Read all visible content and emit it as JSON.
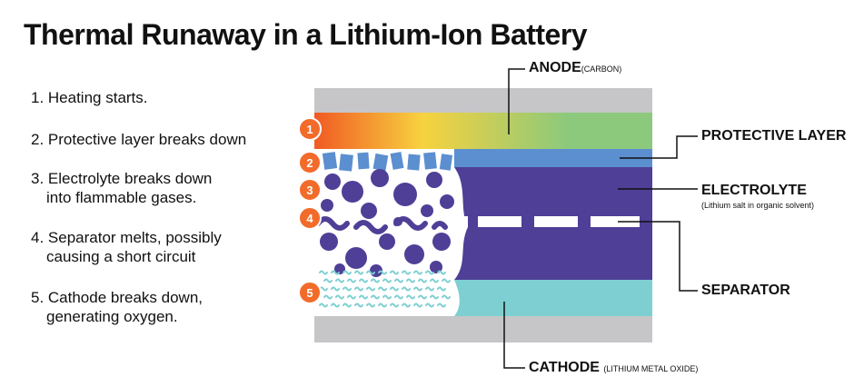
{
  "title": "Thermal Runaway in a Lithium-Ion Battery",
  "steps": [
    {
      "line1": "1. Heating starts.",
      "line2": ""
    },
    {
      "line1": "2. Protective layer breaks down",
      "line2": ""
    },
    {
      "line1": "3. Electrolyte breaks down",
      "line2": "into flammable gases."
    },
    {
      "line1": "4. Separator melts, possibly",
      "line2": "causing a short circuit"
    },
    {
      "line1": "5. Cathode breaks down,",
      "line2": "generating oxygen."
    }
  ],
  "markers": [
    "1",
    "2",
    "3",
    "4",
    "5"
  ],
  "labels": {
    "anode": "ANODE",
    "anode_sub": "(CARBON)",
    "protective": "PROTECTIVE LAYER",
    "electrolyte": "ELECTROLYTE",
    "electrolyte_sub": "(Lithium salt in organic solvent)",
    "separator": "SEPARATOR",
    "cathode": "CATHODE",
    "cathode_sub": "(LITHIUM METAL OXIDE)"
  },
  "colors": {
    "casing": "#c6c6c8",
    "anode_start": "#f15a24",
    "anode_mid": "#f7d23e",
    "anode_end": "#8cc97c",
    "protective": "#5b8fcf",
    "electrolyte": "#4f3f97",
    "cathode": "#7ecfd1",
    "marker": "#f26b2a",
    "separator_gap": "#ffffff"
  }
}
